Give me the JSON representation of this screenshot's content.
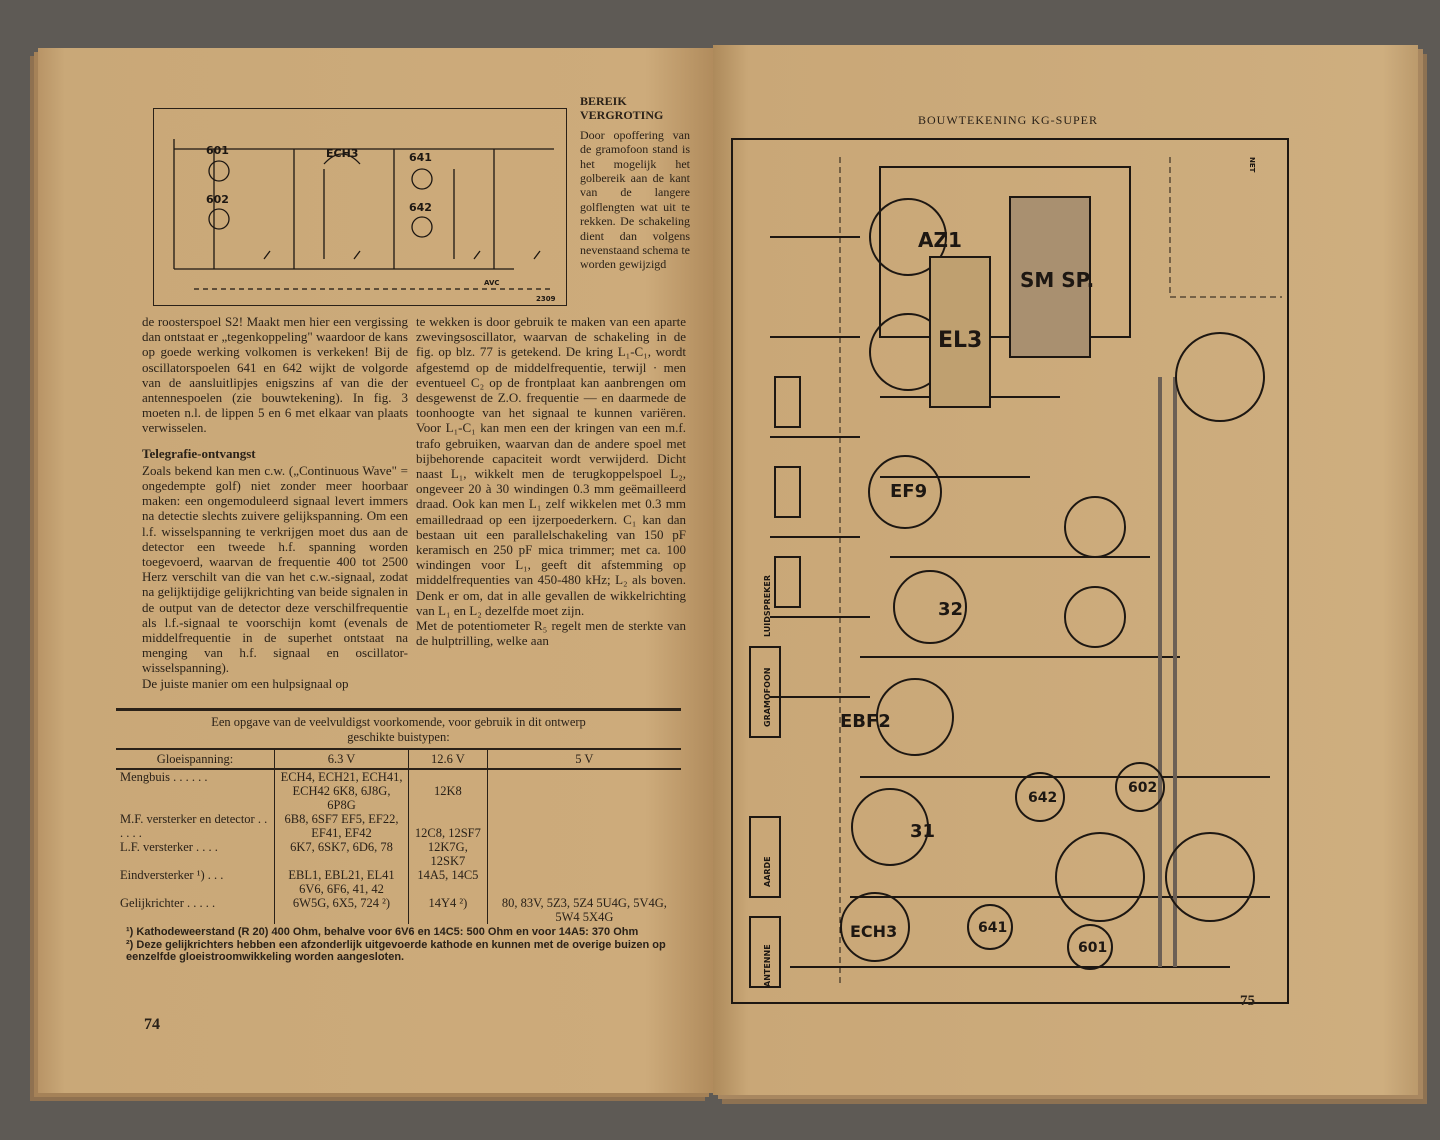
{
  "left_page": {
    "figure": {
      "labels": {
        "ech3": "ECH3",
        "c601": "601",
        "c602": "602",
        "c641": "641",
        "c642": "642",
        "avc": "AVC",
        "number": "2309"
      }
    },
    "sidebar": {
      "heading": "BEREIK VERGROTING",
      "text": "Door opoffering van de gramofoon stand is het mogelijk het golbereik aan de kant van de langere golflengten wat uit te rekken. De schakeling dient dan volgens nevenstaand schema te worden gewijzigd"
    },
    "col1": {
      "p1": "de roosterspoel S2! Maakt men hier een vergissing dan ontstaat er „tegenkoppeling\" waardoor de kans op goede werking volkomen is verkeken! Bij de oscillatorspoelen 641 en 642 wijkt de volgorde van de aansluitlipjes enigszins af van die der antennespoelen (zie bouwtekening). In fig. 3 moeten n.l. de lippen 5 en 6 met elkaar van plaats verwisselen.",
      "heading": "Telegrafie-ontvangst",
      "p2": "Zoals bekend kan men c.w. („Continuous Wave\" = ongedempte golf) niet zonder meer hoorbaar maken: een ongemoduleerd signaal levert immers na detectie slechts zuivere gelijkspanning. Om een l.f. wisselspanning te verkrijgen moet dus aan de detector een tweede h.f. spanning worden toegevoerd, waarvan de frequentie 400 tot 2500 Herz verschilt van die van het c.w.-signaal, zodat na gelijktijdige gelijkrichting van beide signalen in de output van de detector deze verschilfrequentie als l.f.-signaal te voorschijn komt (evenals de middelfrequentie in de superhet ontstaat na menging van h.f. signaal en oscillator-wisselspanning).",
      "p3": "De juiste manier om een hulpsignaal op"
    },
    "col2": {
      "p1": "te wekken is door gebruik te maken van een aparte zwevingsoscillator, waarvan de schakeling in de fig. op blz. 77 is getekend. De kring L₁-C₁, wordt afgestemd op de middelfrequentie, terwijl · men eventueel C₂ op de frontplaat kan aanbrengen om desgewenst de Z.O. frequentie — en daarmede de toonhoogte van het signaal te kunnen variëren. Voor L₁-C₁ kan men een der kringen van een m.f. trafo gebruiken, waarvan dan de andere spoel met bijbehorende capaciteit wordt verwijderd. Dicht naast L₁, wikkelt men de terugkoppelspoel L₂, ongeveer 20 à 30 windingen 0.3 mm geëmailleerd draad. Ook kan men L₁ zelf wikkelen met 0.3 mm emailledraad op een ijzerpoederkern. C₁ kan dan bestaan uit een parallelschakeling van 150 pF keramisch en 250 pF mica trimmer; met ca. 100 windingen voor L₁, geeft dit afstemming op middelfrequenties van 450-480 kHz; L₂ als boven. Denk er om, dat in alle gevallen de wikkelrichting van L₁ en L₂ dezelfde moet zijn.",
      "p2": "Met de potentiometer R₅ regelt men de sterkte van de hulptrilling, welke aan"
    },
    "table": {
      "caption": "Een opgave van de veelvuldigst voorkomende, voor gebruik in dit ontwerp geschikte buistypen:",
      "headers": [
        "Gloeispanning:",
        "6.3 V",
        "12.6 V",
        "5 V"
      ],
      "rows": [
        {
          "label": "Mengbuis . . . . . .",
          "v63": "ECH4, ECH21, ECH41, ECH42 6K8, 6J8G, 6P8G",
          "v126": "12K8",
          "v5": ""
        },
        {
          "label": "M.F. versterker en detector . . . . . .",
          "v63": "6B8, 6SF7 EF5, EF22, EF41, EF42",
          "v126": "12C8, 12SF7",
          "v5": ""
        },
        {
          "label": "L.F. versterker . . . .",
          "v63": "6K7, 6SK7, 6D6, 78",
          "v126": "12K7G, 12SK7",
          "v5": ""
        },
        {
          "label": "Eindversterker ¹) . . .",
          "v63": "EBL1, EBL21, EL41 6V6, 6F6, 41, 42",
          "v126": "14A5, 14C5",
          "v5": ""
        },
        {
          "label": "Gelijkrichter . . . . .",
          "v63": "6W5G, 6X5, 724 ²)",
          "v126": "14Y4 ²)",
          "v5": "80, 83V, 5Z3, 5Z4 5U4G, 5V4G, 5W4 5X4G"
        }
      ],
      "footnote1": "¹) Kathodeweerstand (R 20) 400 Ohm, behalve voor 6V6 en 14C5: 500 Ohm en voor 14A5: 370 Ohm",
      "footnote2": "²) Deze gelijkrichters hebben een afzonderlijk uitgevoerde kathode en kunnen met de overige buizen op eenzelfde gloeistroomwikkeling worden aangesloten."
    },
    "page_number": "74"
  },
  "right_page": {
    "title": "BOUWTEKENING KG-SUPER",
    "page_number": "75",
    "schematic_labels": {
      "az1": "AZ1",
      "el3": "EL3",
      "smsp": "SM SP.",
      "ef9": "EF9",
      "ebf2": "EBF2",
      "ech3": "ECH3",
      "t31": "31",
      "t32": "32",
      "c641": "641",
      "c642": "642",
      "c601": "601",
      "c602": "602",
      "gramofoon": "GRAMOFOON",
      "luidspreker": "LUIDSPREKER",
      "antenne": "ANTENNE",
      "aarde": "AARDE",
      "net": "NET"
    }
  }
}
